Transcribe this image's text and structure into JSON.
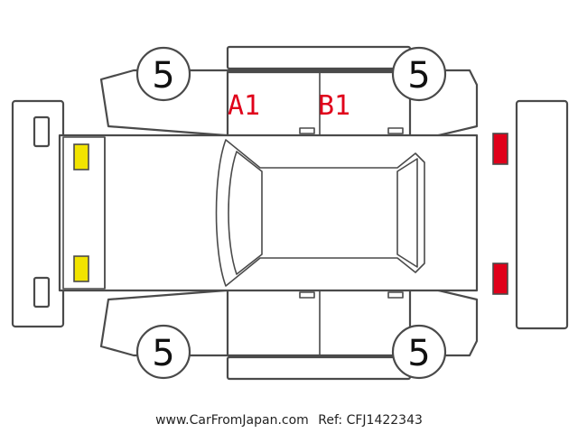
{
  "colors": {
    "outline": "#4a4a4a",
    "mark_text": "#e0001a",
    "front_lights": "#f2e400",
    "rear_lights": "#e0001a"
  },
  "tires": {
    "front_left": "5",
    "rear_left": "5",
    "front_right": "5",
    "rear_right": "5"
  },
  "damage_marks": [
    {
      "code": "A1",
      "location": "left side front door"
    },
    {
      "code": "B1",
      "location": "left side rear door"
    }
  ],
  "footer": {
    "site": "www.CarFromJapan.com",
    "ref": "Ref: CFJ1422343"
  }
}
